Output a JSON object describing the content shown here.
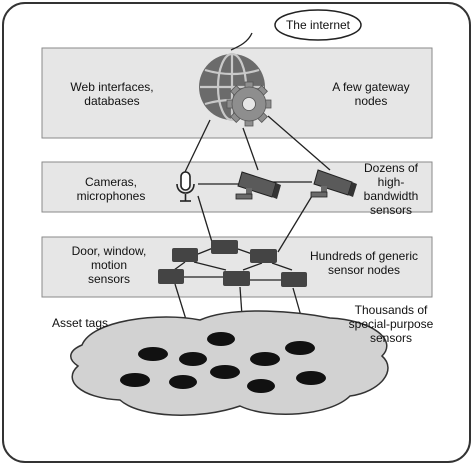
{
  "bubble": {
    "text": "The internet"
  },
  "top_layer": {
    "left_text": "Web interfaces,\ndatabases",
    "right_text": "A few gateway\nnodes"
  },
  "middle_layer": {
    "left_text": "Cameras,\nmicrophones",
    "right_text": "Dozens of\nhigh-\nbandwidth\nsensors"
  },
  "generic_layer": {
    "left_text": "Door, window,\nmotion\nsensors",
    "right_text": "Hundreds of generic\nsensor nodes"
  },
  "cloud": {
    "left_text": "Asset tags",
    "right_text": "Thousands of\nspecial-purpose\nsensors"
  },
  "colors": {
    "layer_fill": "#e6e6e6",
    "layer_stroke": "#8a8a8a",
    "dark_node": "#444444",
    "tag_fill": "#111111",
    "cloud_fill": "#d2d2d2",
    "globe_fill": "#6b6b6b",
    "gear_fill": "#8e8e8e"
  }
}
